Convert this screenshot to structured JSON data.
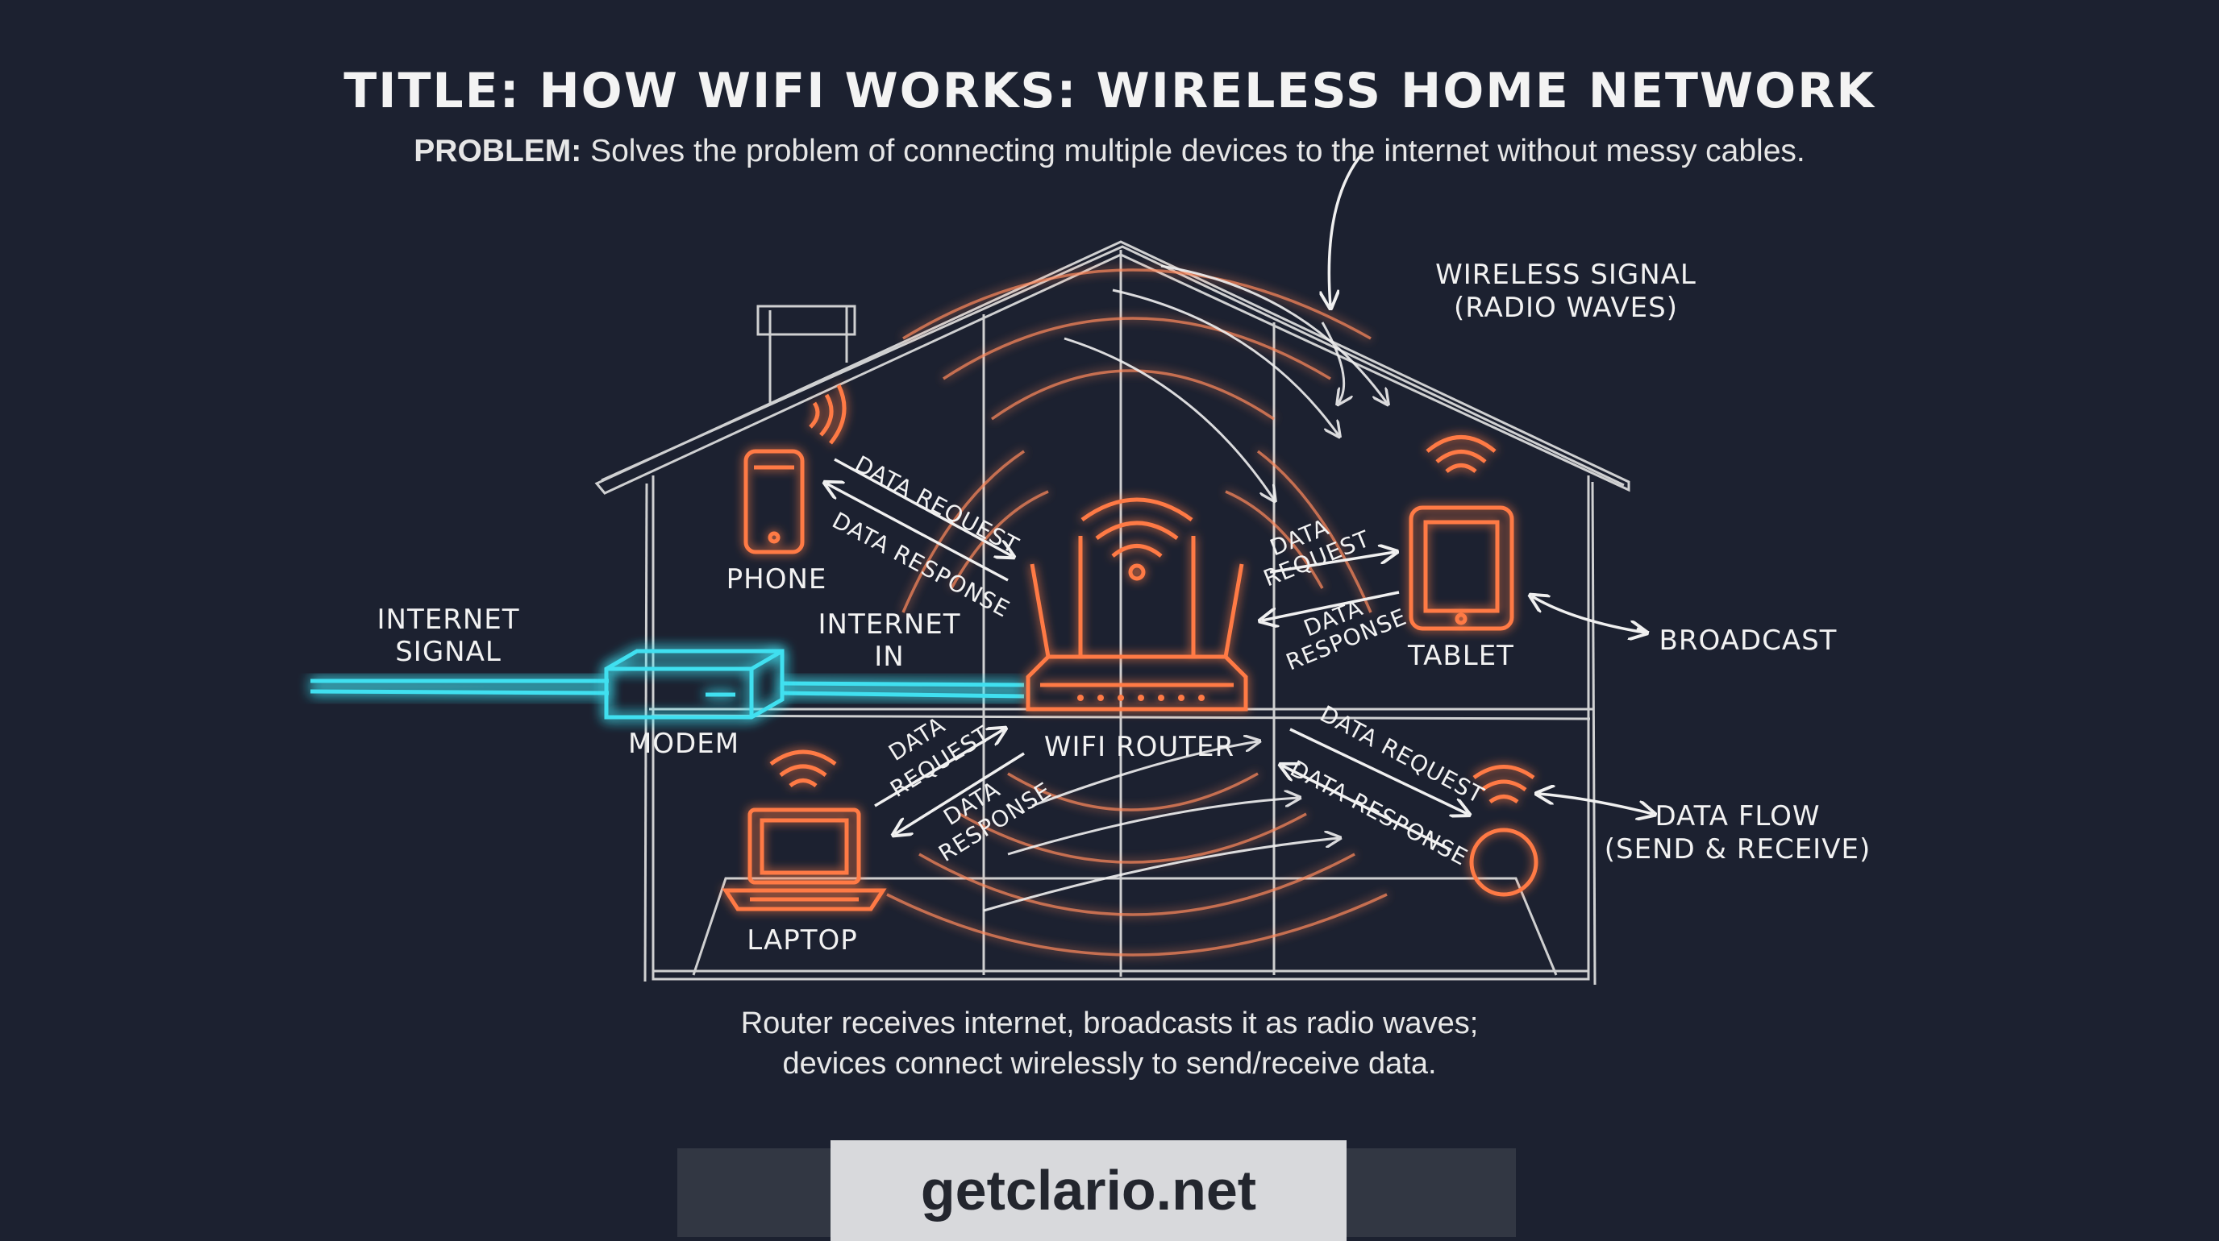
{
  "title": "TITLE: HOW WIFI WORKS: WIRELESS HOME NETWORK",
  "problem": {
    "label": "PROBLEM:",
    "text": "Solves the problem of connecting multiple devices to the internet without messy cables."
  },
  "labels": {
    "internet_signal": [
      "INTERNET",
      "SIGNAL"
    ],
    "modem": "MODEM",
    "internet_in": [
      "INTERNET",
      "IN"
    ],
    "phone": "PHONE",
    "router": "WIFI ROUTER",
    "tablet": "TABLET",
    "laptop": "LAPTOP",
    "wireless_signal": [
      "WIRELESS SIGNAL",
      "(RADIO WAVES)"
    ],
    "broadcast": "BROADCAST",
    "data_flow": [
      "DATA FLOW",
      "(SEND & RECEIVE)"
    ]
  },
  "arrows": {
    "phone_request": "DATA REQUEST",
    "phone_response": "DATA RESPONSE",
    "tablet_request": [
      "DATA",
      "REQUEST"
    ],
    "tablet_response": [
      "DATA",
      "RESPONSE"
    ],
    "laptop_request": [
      "DATA",
      "REQUEST"
    ],
    "laptop_response": [
      "DATA",
      "RESPONSE"
    ],
    "speaker_request": "DATA REQUEST",
    "speaker_response": "DATA RESPONSE"
  },
  "caption": [
    "Router receives internet, broadcasts it as radio waves;",
    "devices connect wirelessly to send/receive data."
  ],
  "brand": "getclario.net",
  "colors": {
    "background": "#1c2130",
    "device_glow": "#ff7a45",
    "modem_glow": "#3fe0f0",
    "sketch": "#e8e8e8"
  }
}
